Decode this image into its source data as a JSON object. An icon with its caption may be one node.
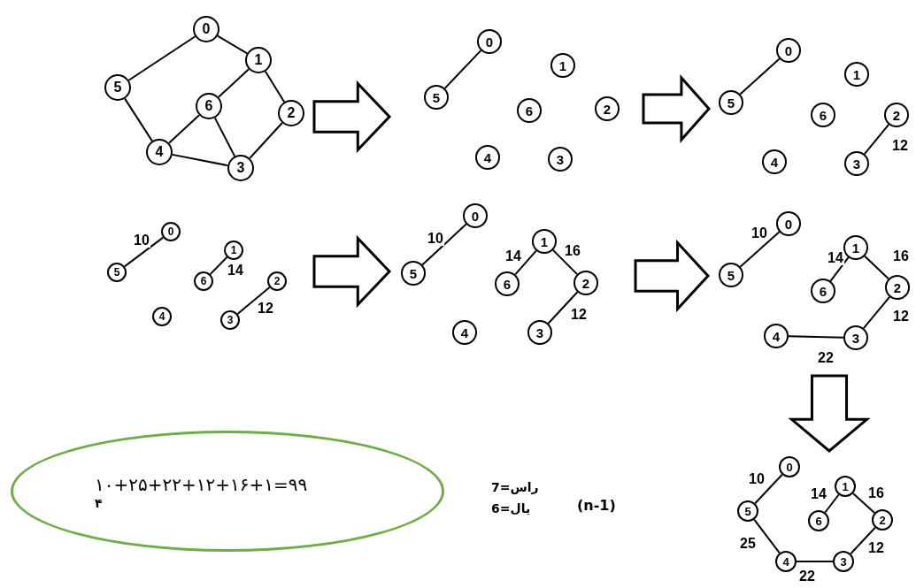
{
  "diagram": {
    "nodes": [
      {
        "text": [],
        "shape": "picture"
      },
      {
        "text": [
          "0"
        ],
        "in": 0
      },
      {
        "text": [
          "1"
        ],
        "in": 0
      },
      {
        "text": [
          "2"
        ],
        "in": 0
      },
      {
        "text": [
          "3"
        ],
        "in": 0
      },
      {
        "text": [
          "4"
        ],
        "in": 0
      },
      {
        "text": [
          "5"
        ],
        "in": 0
      },
      {
        "text": [
          "6"
        ],
        "in": 0
      },
      {
        "text": [],
        "shape": "picture"
      },
      {
        "text": [
          "0"
        ],
        "in": 8
      },
      {
        "text": [
          "1"
        ],
        "in": 8
      },
      {
        "text": [
          "2"
        ],
        "in": 8
      },
      {
        "text": [
          "3"
        ],
        "in": 8
      },
      {
        "text": [
          "4"
        ],
        "in": 8
      },
      {
        "text": [
          "5"
        ],
        "in": 8
      },
      {
        "text": [
          "6"
        ],
        "in": 8
      },
      {
        "text": [],
        "shape": "picture"
      },
      {
        "text": [
          "0"
        ],
        "in": 16
      },
      {
        "text": [
          "1"
        ],
        "in": 16
      },
      {
        "text": [
          "2"
        ],
        "in": 16
      },
      {
        "text": [
          "3"
        ],
        "in": 16
      },
      {
        "text": [
          "4"
        ],
        "in": 16
      },
      {
        "text": [
          "5"
        ],
        "in": 16
      },
      {
        "text": [
          "6"
        ],
        "in": 16
      },
      {
        "text": [],
        "shape": "picture"
      },
      {
        "text": [
          "0"
        ],
        "in": 24
      },
      {
        "text": [
          "1"
        ],
        "in": 24
      },
      {
        "text": [
          "2"
        ],
        "in": 24
      },
      {
        "text": [
          "3"
        ],
        "in": 24
      },
      {
        "text": [
          "4"
        ],
        "in": 24
      },
      {
        "text": [
          "5"
        ],
        "in": 24
      },
      {
        "text": [
          "6"
        ],
        "in": 24
      },
      {
        "text": [],
        "shape": "picture"
      },
      {
        "text": [
          "0"
        ],
        "in": 32
      },
      {
        "text": [
          "1"
        ],
        "in": 32
      },
      {
        "text": [
          "2"
        ],
        "in": 32
      },
      {
        "text": [
          "3"
        ],
        "in": 32
      },
      {
        "text": [
          "4"
        ],
        "in": 32
      },
      {
        "text": [
          "5"
        ],
        "in": 32
      },
      {
        "text": [
          "6"
        ],
        "in": 32
      },
      {
        "text": [],
        "shape": "picture"
      },
      {
        "text": [
          "0"
        ],
        "in": 40
      },
      {
        "text": [
          "1"
        ],
        "in": 40
      },
      {
        "text": [
          "2"
        ],
        "in": 40
      },
      {
        "text": [
          "3"
        ],
        "in": 40
      },
      {
        "text": [
          "4"
        ],
        "in": 40
      },
      {
        "text": [
          "5"
        ],
        "in": 40
      },
      {
        "text": [
          "6"
        ],
        "in": 40
      },
      {
        "text": [],
        "shape": "picture"
      },
      {
        "text": [
          "0"
        ],
        "in": 48
      },
      {
        "text": [
          "1"
        ],
        "in": 48
      },
      {
        "text": [
          "2"
        ],
        "in": 48
      },
      {
        "text": [
          "3"
        ],
        "in": 48
      },
      {
        "text": [
          "4"
        ],
        "in": 48
      },
      {
        "text": [
          "5"
        ],
        "in": 48
      },
      {
        "text": [
          "6"
        ],
        "in": 48
      },
      {
        "text": [
          "١٠+٢۵+٢٢+١٢+١۶+١=٩٩",
          "۴"
        ]
      }
    ],
    "edges": [
      {
        "from": 1,
        "to": 2,
        "arrow": "none"
      },
      {
        "from": 1,
        "to": 6,
        "arrow": "none"
      },
      {
        "from": 2,
        "to": 3,
        "arrow": "none"
      },
      {
        "from": 2,
        "to": 7,
        "arrow": "none"
      },
      {
        "from": 7,
        "to": 5,
        "arrow": "none"
      },
      {
        "from": 7,
        "to": 4,
        "arrow": "none"
      },
      {
        "from": 3,
        "to": 4,
        "arrow": "none"
      },
      {
        "from": 5,
        "to": 4,
        "arrow": "none"
      },
      {
        "from": 6,
        "to": 5,
        "arrow": "none"
      },
      {
        "from": 14,
        "to": 9,
        "arrow": "none"
      },
      {
        "from": 22,
        "to": 17,
        "arrow": "none"
      },
      {
        "from": 20,
        "to": 19,
        "arrow": "none",
        "label": "12"
      },
      {
        "from": 30,
        "to": 25,
        "arrow": "none",
        "label": "10"
      },
      {
        "from": 31,
        "to": 26,
        "arrow": "none",
        "label": "14"
      },
      {
        "from": 28,
        "to": 27,
        "arrow": "none",
        "label": "12"
      },
      {
        "from": 38,
        "to": 33,
        "arrow": "none",
        "label": "10"
      },
      {
        "from": 39,
        "to": 34,
        "arrow": "none",
        "label": "14"
      },
      {
        "from": 34,
        "to": 35,
        "arrow": "none",
        "label": "16"
      },
      {
        "from": 36,
        "to": 35,
        "arrow": "none",
        "label": "12"
      },
      {
        "from": 46,
        "to": 41,
        "arrow": "none",
        "label": "10"
      },
      {
        "from": 47,
        "to": 42,
        "arrow": "none",
        "label": "14"
      },
      {
        "from": 42,
        "to": 43,
        "arrow": "none",
        "label": "16"
      },
      {
        "from": 44,
        "to": 43,
        "arrow": "none",
        "label": "12"
      },
      {
        "from": 45,
        "to": 44,
        "arrow": "none",
        "label": "22"
      },
      {
        "from": 54,
        "to": 49,
        "arrow": "none",
        "label": "10"
      },
      {
        "from": 55,
        "to": 50,
        "arrow": "none",
        "label": "14"
      },
      {
        "from": 50,
        "to": 51,
        "arrow": "none",
        "label": "16"
      },
      {
        "from": 52,
        "to": 51,
        "arrow": "none",
        "label": "12"
      },
      {
        "from": 53,
        "to": 52,
        "arrow": "none",
        "label": "22"
      },
      {
        "from": 54,
        "to": 53,
        "arrow": "none",
        "label": "25"
      },
      {
        "from": 0,
        "to": 8,
        "arrow": "to",
        "style": "thick"
      },
      {
        "from": 8,
        "to": 16,
        "arrow": "to",
        "style": "thick"
      },
      {
        "from": 24,
        "to": 32,
        "arrow": "to",
        "style": "thick"
      },
      {
        "from": 32,
        "to": 40,
        "arrow": "to",
        "style": "thick"
      },
      {
        "from": 40,
        "to": 48,
        "arrow": "to",
        "style": "thick"
      }
    ],
    "labels": [
      "7=راس",
      "6=یال",
      "(n-1)"
    ]
  }
}
